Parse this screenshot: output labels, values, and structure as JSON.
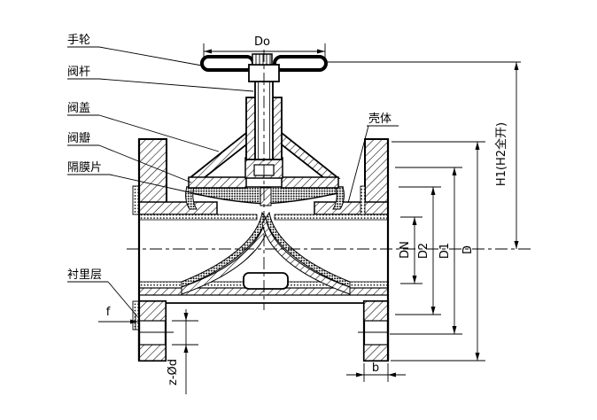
{
  "drawing": {
    "kind": "diaphragm-valve-section",
    "background": "#ffffff",
    "line_color": "#000000"
  },
  "parts": {
    "handwheel": "手轮",
    "stem": "阀杆",
    "bonnet": "阀盖",
    "disc": "阀瓣",
    "diaphragm": "隔膜片",
    "lining": "衬里层",
    "shell": "壳体"
  },
  "dims": {
    "do": "Do",
    "h1": "H1(H2全开)",
    "dn": "DN",
    "d2": "D2",
    "d1": "D1",
    "d": "D",
    "f": "f",
    "zd": "z-Ød",
    "b": "b"
  }
}
